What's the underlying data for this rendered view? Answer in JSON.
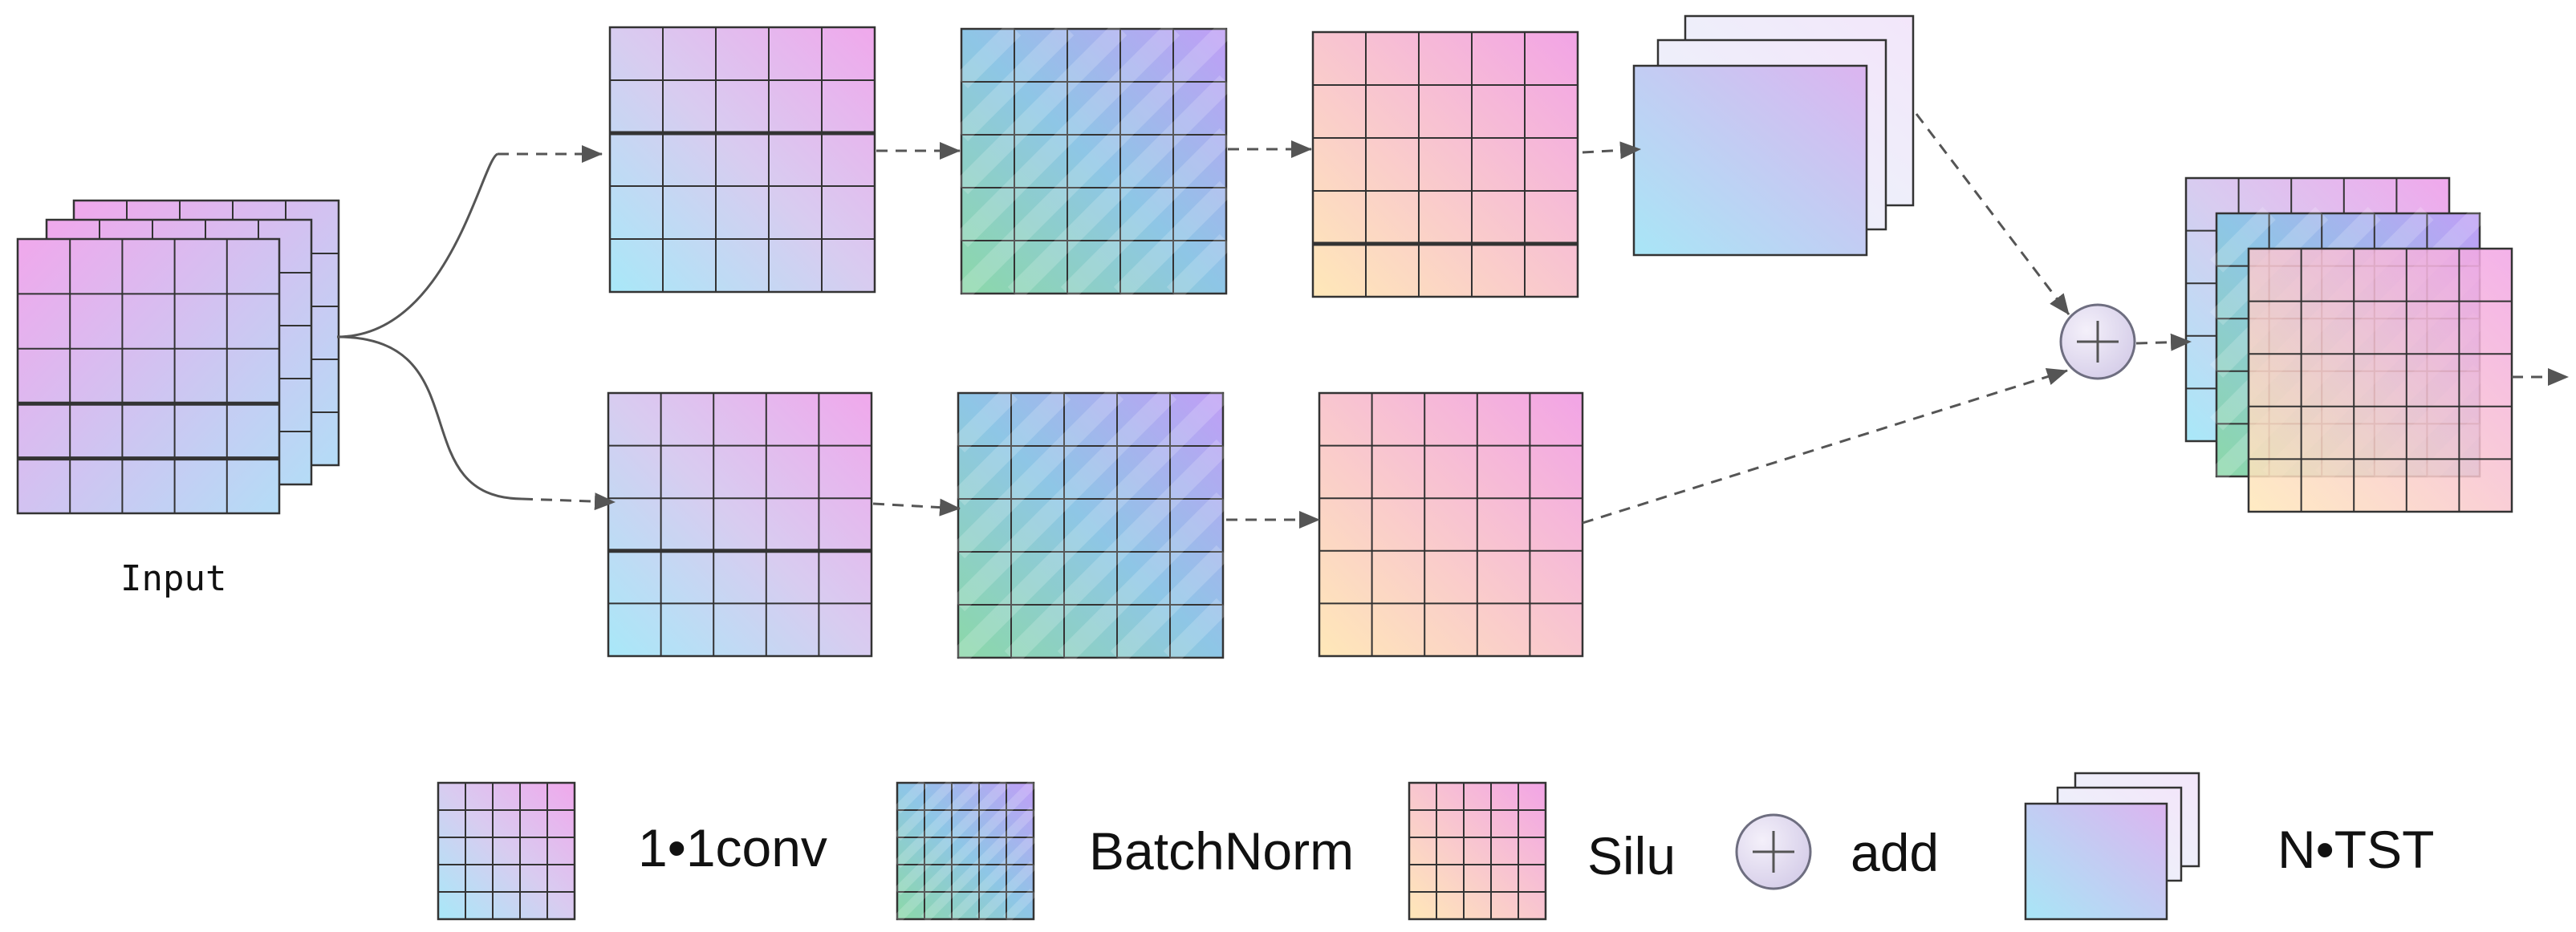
{
  "diagram": {
    "input_label": "Input",
    "legend": {
      "conv": "1•1conv",
      "batchnorm": "BatchNorm",
      "silu": "Silu",
      "add": "add",
      "tst": "N•TST"
    }
  },
  "colors": {
    "conv_start": "#f0a8ec",
    "conv_mid": "#d8ccf0",
    "conv_end": "#a8e8f8",
    "bn_start": "#8cd8a8",
    "bn_end": "#c09ef6",
    "silu_start": "#ffe8b8",
    "silu_end": "#f2a4e6",
    "tst_start": "#a8e6f6",
    "tst_end": "#dcb4f0",
    "grid_line": "#333333",
    "arrow": "#555555"
  },
  "icons": {
    "add": "circle-plus-icon"
  }
}
